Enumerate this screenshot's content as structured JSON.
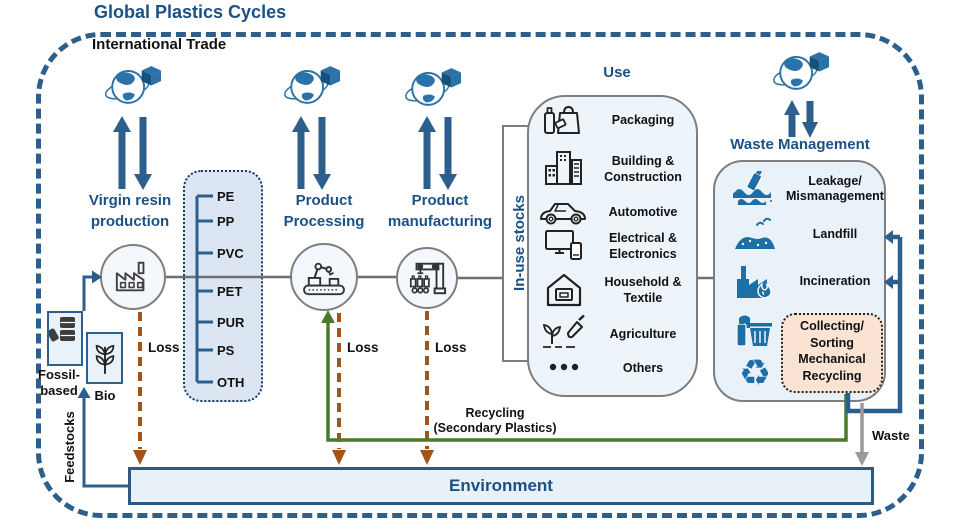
{
  "title": "Global Plastics Cycles",
  "trade_label": "International Trade",
  "stages": {
    "virgin": "Virgin resin production",
    "processing": "Product Processing",
    "manufacturing": "Product manufacturing"
  },
  "polymers": [
    "PE",
    "PP",
    "PVC",
    "PET",
    "PUR",
    "PS",
    "OTH"
  ],
  "in_use_label": "In-use stocks",
  "use": {
    "title": "Use",
    "items": [
      {
        "icon": "packaging-icon",
        "label": "Packaging"
      },
      {
        "icon": "building-construction-icon",
        "label": "Building & Construction"
      },
      {
        "icon": "automotive-icon",
        "label": "Automotive"
      },
      {
        "icon": "electrical-electronics-icon",
        "label": "Electrical & Electronics"
      },
      {
        "icon": "household-textile-icon",
        "label": "Household & Textile"
      },
      {
        "icon": "agriculture-icon",
        "label": "Agriculture"
      },
      {
        "icon": "others-icon",
        "label": "Others"
      }
    ]
  },
  "waste": {
    "title": "Waste Management",
    "items": [
      {
        "icon": "leakage-icon",
        "label": "Leakage/ Mismanagement"
      },
      {
        "icon": "landfill-icon",
        "label": "Landfill"
      },
      {
        "icon": "incineration-icon",
        "label": "Incineration"
      },
      {
        "icon": "trash-bins-icon",
        "label": ""
      },
      {
        "icon": "recycling-symbol-icon",
        "label": ""
      }
    ],
    "recycling_box": "Collecting/ Sorting Mechanical Recycling"
  },
  "feedstocks": {
    "fossil": "Fossil-based",
    "bio": "Bio",
    "caption": "Feedstocks",
    "fossil_icon": "oil-barrels-icon",
    "bio_icon": "plant-icon"
  },
  "labels": {
    "loss": "Loss",
    "recycling_line1": "Recycling",
    "recycling_line2": "(Secondary Plastics)",
    "waste": "Waste"
  },
  "environment_label": "Environment",
  "icons": {
    "trade": "globe-trade-icon",
    "virgin_stage": "factory-icon",
    "processing_stage": "robot-arm-icon",
    "manufacturing_stage": "assembly-machine-icon",
    "recycle_glyph": "♻"
  },
  "colors": {
    "heading_blue": "#1b5185",
    "arrow_blue": "#2d5f8d",
    "icon_blue": "#1d6fa8",
    "loss_rust": "#a3541b",
    "recycling_green": "#4c7a2b",
    "waste_gray": "#9a9a9a",
    "box_light_blue": "#e9f1f9",
    "polymer_fill": "#dbe6f2",
    "collecting_peach": "#fbe3d4"
  }
}
